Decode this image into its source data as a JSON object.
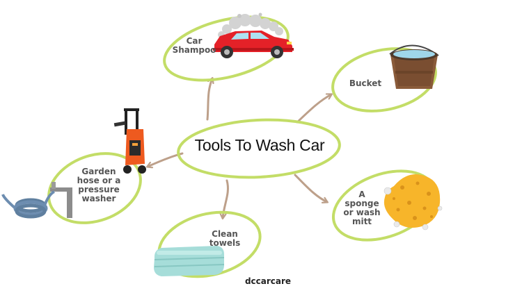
{
  "title": "Tools To Wash Car",
  "brand": "dccarcare",
  "colors": {
    "ring": "#c3dd67",
    "arrow": "#bda08a",
    "text": "#555555"
  },
  "nodes": [
    {
      "id": "car-shampoo",
      "lines": [
        "Car",
        "Shampoo"
      ],
      "icon": "car-with-foam-icon"
    },
    {
      "id": "bucket",
      "lines": [
        "Bucket"
      ],
      "icon": "bucket-icon"
    },
    {
      "id": "sponge",
      "lines": [
        "A",
        "sponge",
        "or wash",
        "mitt"
      ],
      "icon": "sponge-icon"
    },
    {
      "id": "clean-towels",
      "lines": [
        "Clean",
        "towels"
      ],
      "icon": "folded-towels-icon"
    },
    {
      "id": "garden-hose",
      "lines": [
        "Garden",
        "hose or a",
        "pressure",
        "washer"
      ],
      "icon": "hose-and-pressure-washer-icon"
    }
  ]
}
